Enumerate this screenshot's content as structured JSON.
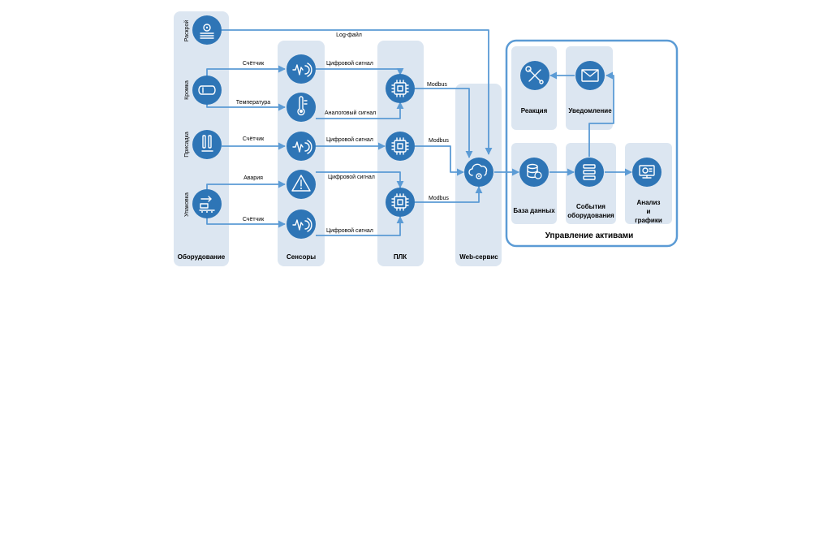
{
  "columns": {
    "equipment": "Оборудование",
    "sensors": "Сенсоры",
    "plc": "ПЛК",
    "web": "Web-сервис"
  },
  "equipment": [
    "Раскрой",
    "Кромка",
    "Присадка",
    "Упаковка"
  ],
  "edge_labels": {
    "log_file": "Log-файл",
    "counter1": "Счётчик",
    "temperature": "Температура",
    "counter2": "Счётчик",
    "alarm": "Авария",
    "counter3": "Счётчик",
    "digital1": "Цифровой сигнал",
    "analog": "Аналоговый сигнал",
    "digital2": "Цифровой сигнал",
    "digital3": "Цифровой сигнал",
    "digital4": "Цифровой сигнал",
    "modbus1": "Modbus",
    "modbus2": "Modbus",
    "modbus3": "Modbus"
  },
  "asset_mgmt": {
    "title": "Управление активами",
    "reaction": "Реакция",
    "notification": "Уведомление",
    "database": "База данных",
    "events_line1": "События",
    "events_line2": "оборудования",
    "analysis_line1": "Анализ",
    "analysis_line2": "и",
    "analysis_line3": "графики"
  },
  "colors": {
    "node": "#2e75b6",
    "edge": "#5b9bd5",
    "panel": "#dce6f1"
  }
}
